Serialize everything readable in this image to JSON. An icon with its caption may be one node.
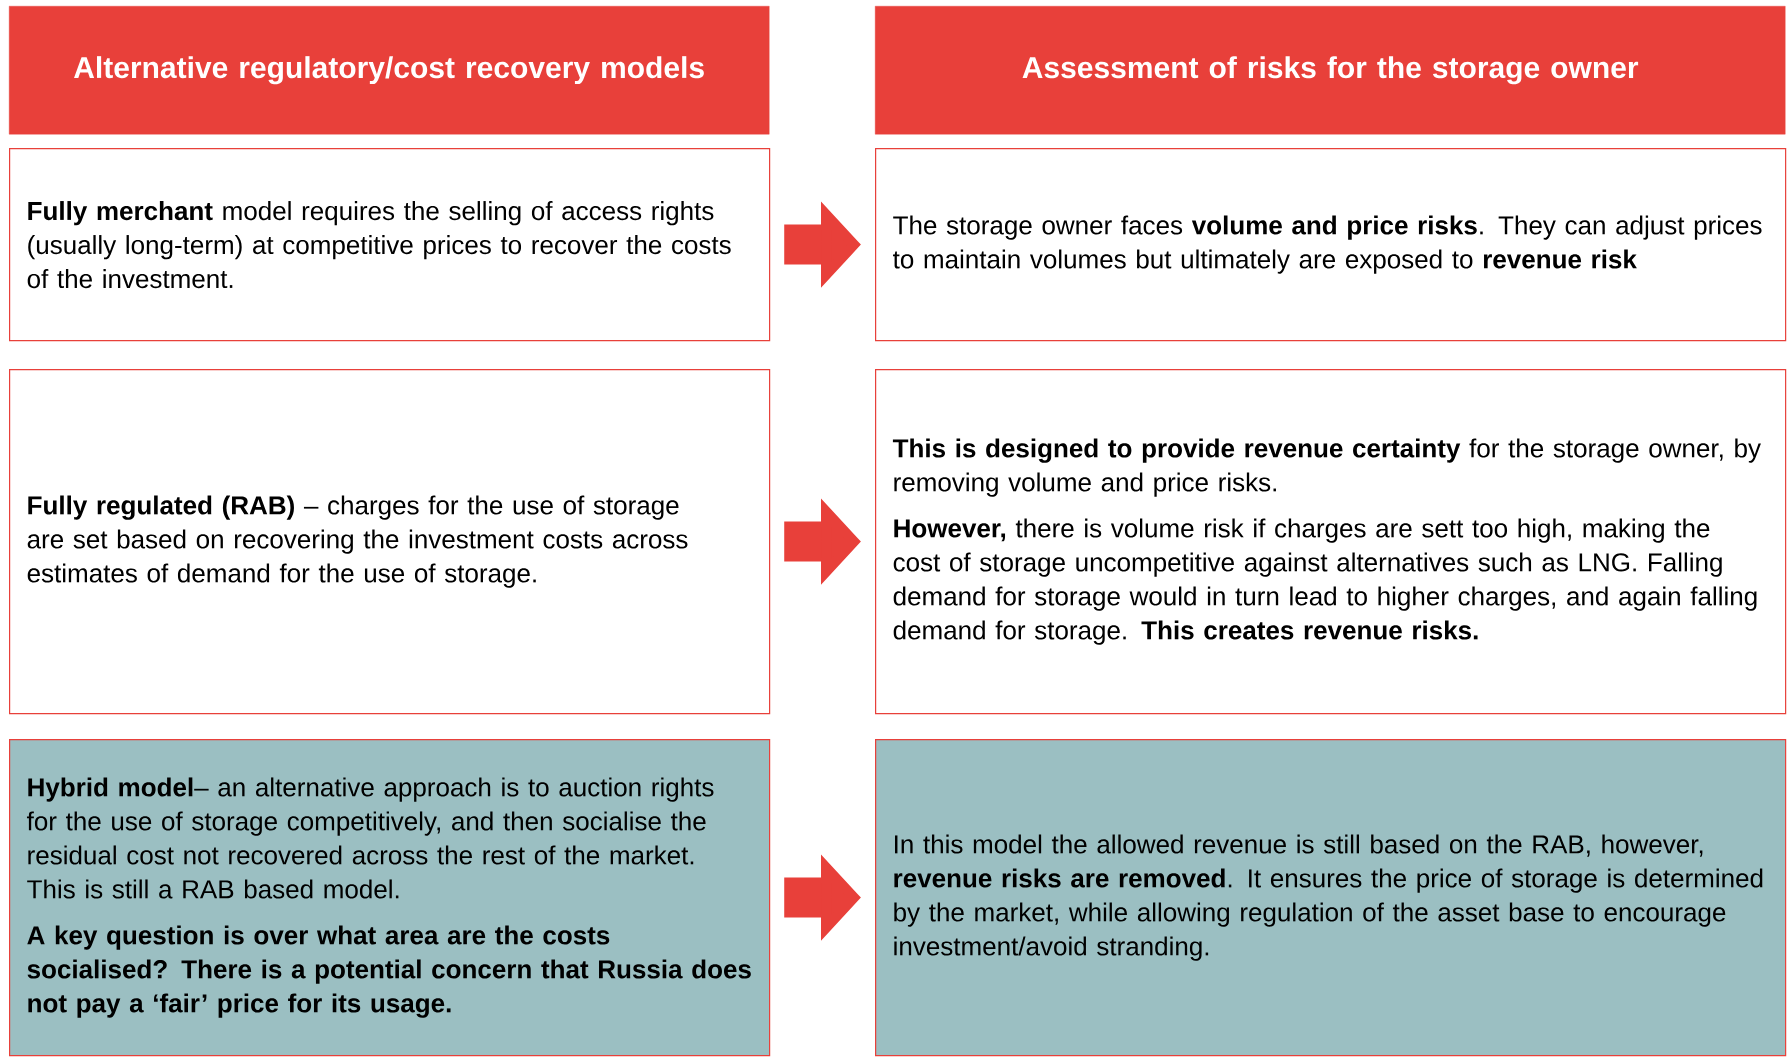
{
  "diagram": {
    "nodes": [
      {
        "text": [
          "Alternative regulatory/cost recovery models"
        ]
      },
      {
        "text": [
          "Assessment of risks for the storage owner"
        ]
      },
      {
        "text": [
          "**Fully merchant** model requires the selling of access rights (usually long-term) at competitive prices to recover the costs of the investment."
        ]
      },
      {
        "text": [
          "The storage owner faces **volume and price risks**. They can adjust prices to maintain volumes but ultimately are exposed to **revenue risk**"
        ]
      },
      {
        "text": [
          "**Fully regulated (RAB)** – charges for the use of storage are set based on recovering the investment costs across estimates of demand for the use of storage."
        ]
      },
      {
        "text": [
          "**This is designed to provide revenue certainty** for the storage owner, by removing volume and price risks.",
          "**However,** there is volume risk if charges are sett too high, making the cost of storage uncompetitive against alternatives such as LNG. Falling demand for storage would in turn lead to higher charges, and again falling demand for storage. **This creates revenue risks.**"
        ]
      },
      {
        "text": [
          "**Hybrid model**– an alternative approach is to auction rights for the use of storage competitively, and then socialise the residual cost not recovered across the rest of the market. This is still a RAB based model.",
          "A key question is over what area are the costs socialised? There is a potential concern that Russia does not pay a ‘fair’ price for its usage."
        ]
      },
      {
        "text": [
          "In this model the allowed revenue is still based on the RAB, however, **revenue risks are removed**. It ensures the price of storage is determined by the market, while allowing regulation of the asset base to encourage investment/avoid stranding."
        ]
      }
    ],
    "edges": [
      {
        "from": 2,
        "to": 3,
        "arrow": "to"
      },
      {
        "from": 4,
        "to": 5,
        "arrow": "to"
      },
      {
        "from": 6,
        "to": 7,
        "arrow": "to"
      }
    ]
  }
}
